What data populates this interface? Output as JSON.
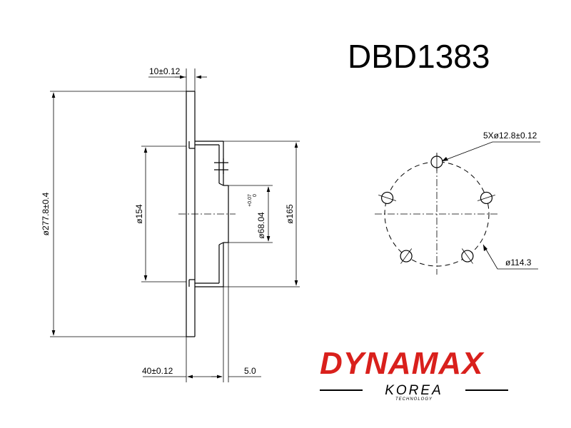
{
  "part_number": "DBD1383",
  "dimensions": {
    "thickness": "10±0.12",
    "outer_diameter": "ø277.8±0.4",
    "hat_diameter": "ø154",
    "center_bore": "ø68.04",
    "bore_tol_upper": "+0.07",
    "bore_tol_lower": "0",
    "hub_diameter": "ø165",
    "total_height": "40±0.12",
    "hat_step": "5.0",
    "bolt_holes": "5Xø12.8±0.12",
    "pcd": "ø114.3"
  },
  "logo": {
    "brand": "DYNAMAX",
    "sub": "KOREA",
    "tagline": "TECHNOLOGY",
    "brand_color": "#d9201c"
  }
}
